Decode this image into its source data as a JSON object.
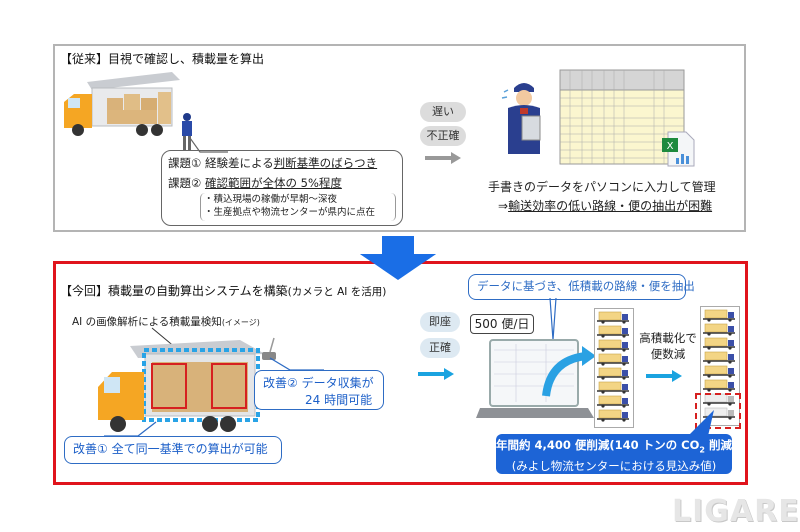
{
  "before": {
    "title": "【従来】目視で確認し、積載量を算出",
    "issue1_label": "課題①",
    "issue1_text": "経験差による",
    "issue1_underlined": "判断基準のばらつき",
    "issue2_label": "課題②",
    "issue2_text": "確認範囲が全体の 5%程度",
    "issue2_notes": [
      "・積込現場の稼働が早朝～深夜",
      "・生産拠点や物流センターが県内に点在"
    ],
    "tags": [
      "遅い",
      "不正確"
    ],
    "caption_line1": "手書きのデータをパソコンに入力して管理",
    "caption_line2_prefix": "⇒",
    "caption_line2": "輸送効率の低い路線・便の抽出が困難"
  },
  "after": {
    "title": "【今回】積載量の自動算出システムを構築",
    "title_suffix": "(カメラと AI を活用)",
    "ai_caption_bold": "AI の画像解析による積載量検知",
    "ai_caption_small": "(イメージ)",
    "improve1": "改善① 全て同一基準での算出が可能",
    "improve2_line1": "改善② データ収集が",
    "improve2_line2": "24 時間可能",
    "tags": [
      "即座",
      "正確"
    ],
    "flights_per_day": "500 便/日",
    "extract_callout": "データに基づき、低積載の路線・便を抽出",
    "reduce_label_line1": "高積載化で",
    "reduce_label_line2": "便数減",
    "result_line1": "年間約 4,400 便削減(140 トンの CO",
    "result_co2_sub": "2",
    "result_line1_end": " 削減)",
    "result_line2": "(みよし物流センターにおける見込み値)",
    "trucks_before": 8,
    "trucks_after_loaded": 6,
    "trucks_after_removed": 2
  },
  "watermark": "LIGARE",
  "colors": {
    "red_frame": "#e0141c",
    "blue_arrow": "#1a6ee6",
    "cyan_arrow": "#1aa3e0",
    "result_box": "#1d64d6",
    "truck_orange": "#f5a623"
  }
}
